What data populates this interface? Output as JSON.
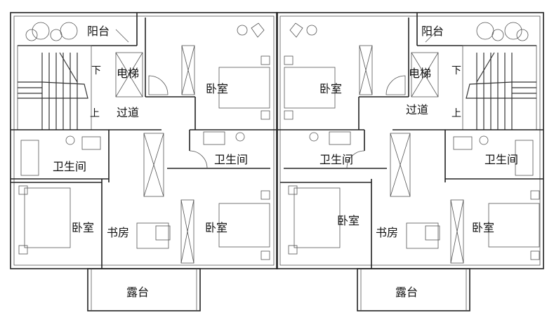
{
  "title": "双拼户型二层平面图",
  "rooms": {
    "balcony": "阳台",
    "stairs_down": "下",
    "stairs_up": "上",
    "elevator": "电梯",
    "bedroom": "卧室",
    "corridor": "过道",
    "bathroom": "卫生间",
    "study": "书房",
    "terrace": "露台"
  }
}
